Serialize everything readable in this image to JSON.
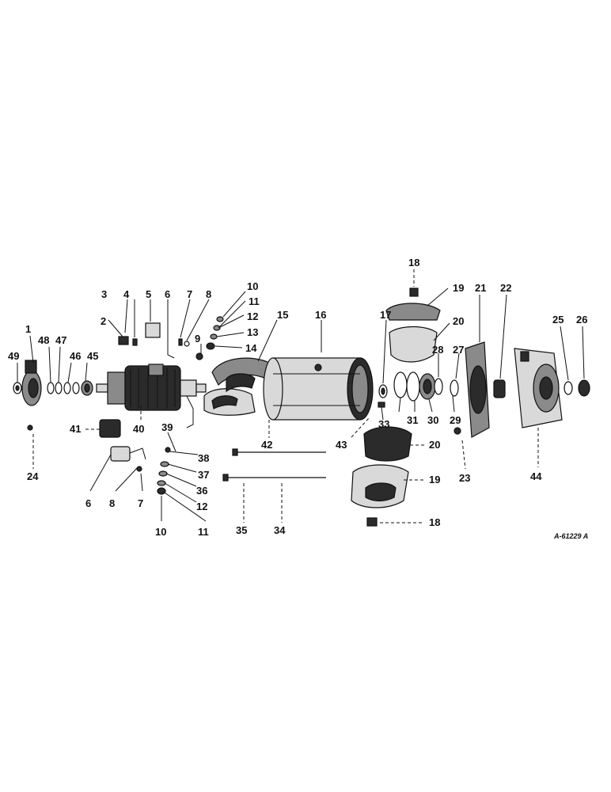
{
  "diagram": {
    "reference_code": "A-61229 A",
    "callouts": {
      "c1": "1",
      "c2": "2",
      "c3": "3",
      "c4": "4",
      "c5": "5",
      "c6": "6",
      "c7": "7",
      "c8": "8",
      "c9": "9",
      "c10": "10",
      "c11": "11",
      "c12": "12",
      "c13": "13",
      "c14": "14",
      "c15": "15",
      "c16": "16",
      "c17": "17",
      "c18_top": "18",
      "c19_top": "19",
      "c20_top": "20",
      "c21": "21",
      "c22": "22",
      "c23": "23",
      "c24": "24",
      "c25": "25",
      "c26": "26",
      "c27": "27",
      "c28": "28",
      "c29": "29",
      "c30": "30",
      "c31": "31",
      "c33": "33",
      "c34": "34",
      "c35": "35",
      "c36": "36",
      "c37": "37",
      "c38": "38",
      "c39": "39",
      "c40": "40",
      "c41": "41",
      "c42": "42",
      "c43": "43",
      "c44": "44",
      "c45": "45",
      "c46": "46",
      "c47": "47",
      "c48": "48",
      "c49": "49",
      "c6b": "6",
      "c7b": "7",
      "c8b": "8",
      "c10b": "10",
      "c11b": "11",
      "c12b": "12",
      "c18_bot": "18",
      "c19_bot": "19",
      "c20_bot": "20"
    }
  }
}
